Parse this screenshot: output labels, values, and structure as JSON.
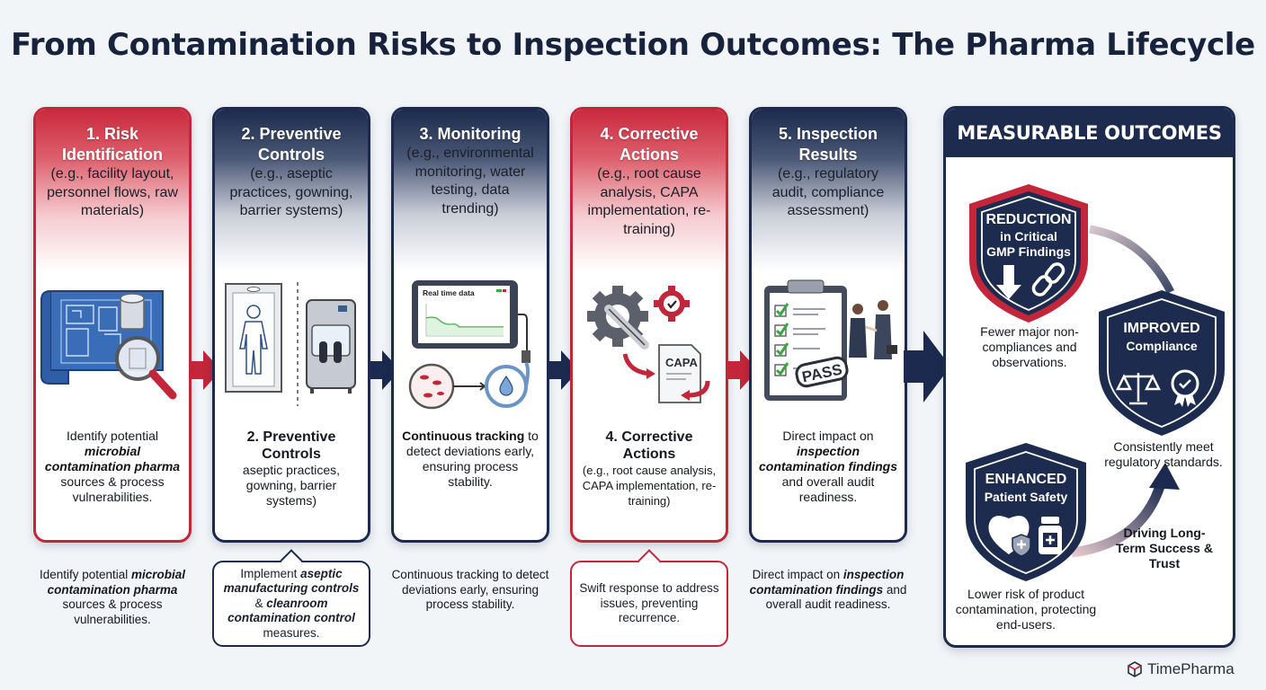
{
  "title": "From Contamination Risks to Inspection Outcomes: The Pharma Lifecycle",
  "colors": {
    "red": "#c3263a",
    "navy": "#1b2a4e",
    "background": "#f2f5f8",
    "check_green": "#3aa645"
  },
  "stages": [
    {
      "name": "1. Risk Identification",
      "example": "(e.g., facility layout, personnel flows, raw materials)",
      "icon": "blueprint-magnifier-icon",
      "desc": {
        "pre": "Identify potential ",
        "emph": "microbial contamination pharma",
        "post": " sources & process vulnerabilities."
      },
      "below": {
        "pre": "Identify potential ",
        "emph": "microbial contamination pharma",
        "post": " sources & process vulnerabilities."
      }
    },
    {
      "name": "2. Preventive Controls",
      "example": "(e.g., aseptic practices, gowning, barrier systems)",
      "icon": "cleanroom-isolator-icon",
      "desc": {
        "heading": "2. Preventive Controls",
        "body": "aseptic practices, gowning, barrier systems)"
      },
      "callout": {
        "pre": "Implement ",
        "emph1": "aseptic manufacturing controls",
        "mid": " & ",
        "emph2": "cleanroom contamination control",
        "post": " measures."
      }
    },
    {
      "name": "3. Monitoring",
      "example": "(e.g., environmental monitoring, water testing, data trending)",
      "icon": "realtime-data-tablet-icon",
      "chart_label": "Real time data",
      "desc": {
        "bold": "Continuous tracking",
        "post": " to detect deviations early, ensuring process stability."
      },
      "below": "Continuous tracking to detect deviations early, ensuring process stability."
    },
    {
      "name": "4. Corrective Actions",
      "example": "(e.g., root cause analysis, CAPA implementation, re-training)",
      "icon": "gear-wrench-capa-icon",
      "capa_label": "CAPA",
      "desc": {
        "heading": "4. Corrective Actions",
        "body": "(e.g., root cause analysis, CAPA implementation, re-training)"
      },
      "callout": "Swift response to address issues, preventing recurrence."
    },
    {
      "name": "5. Inspection Results",
      "example": "(e.g., regulatory audit, compliance assessment)",
      "icon": "clipboard-pass-icon",
      "stamp_label": "PASS",
      "desc": {
        "pre": "Direct impact on ",
        "emph": "inspection contamination findings",
        "post": " and overall audit readiness."
      },
      "below": {
        "pre": "Direct impact on ",
        "emph": "inspection contamination findings",
        "post": " and overall audit readiness."
      }
    }
  ],
  "outcomes": {
    "title": "MEASURABLE OUTCOMES",
    "items": [
      {
        "big": "REDUCTION",
        "small1": "in Critical",
        "small2": "GMP Findings",
        "text": "Fewer major non-compliances and observations."
      },
      {
        "big": "IMPROVED",
        "small1": "Compliance",
        "text": "Consistently meet regulatory standards."
      },
      {
        "big": "ENHANCED",
        "small1": "Patient Safety",
        "text": "Lower risk of product contamination, protecting end-users."
      }
    ],
    "driving": "Driving Long-Term Success & Trust"
  },
  "logo": "TimePharma"
}
